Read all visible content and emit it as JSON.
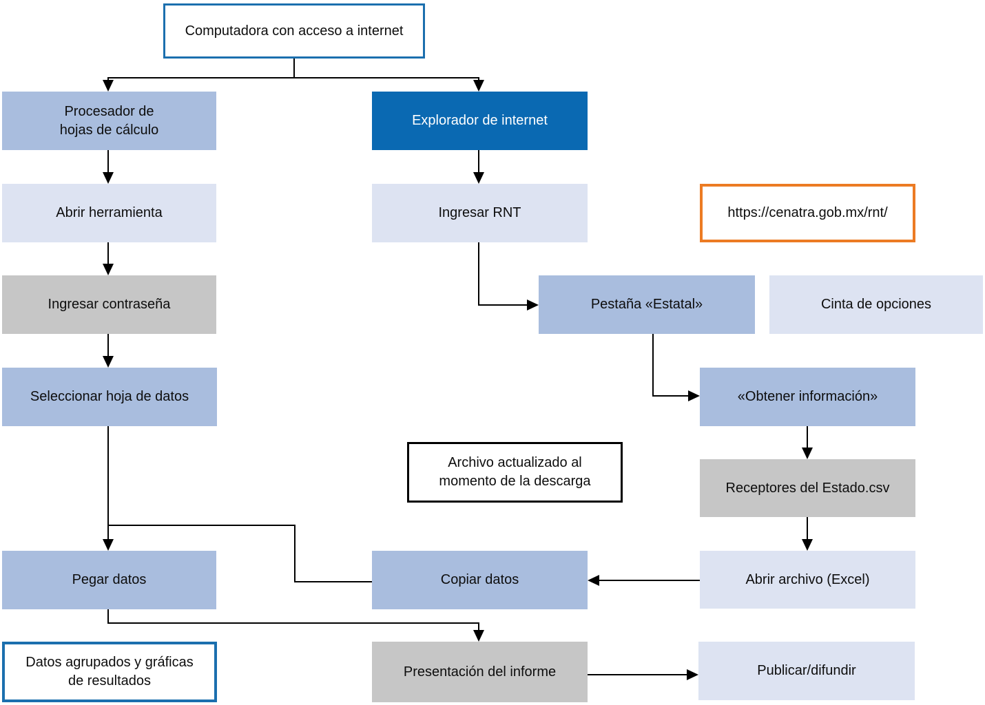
{
  "diagram": {
    "nodes": {
      "computadora": {
        "label": "Computadora con acceso a internet"
      },
      "procesador": {
        "label": "Procesador de\nhojas de cálculo"
      },
      "explorador": {
        "label": "Explorador de internet"
      },
      "abrir_herramienta": {
        "label": "Abrir herramienta"
      },
      "ingresar_rnt": {
        "label": "Ingresar RNT"
      },
      "url": {
        "label": "https://cenatra.gob.mx/rnt/"
      },
      "ingresar_contrasena": {
        "label": "Ingresar contraseña"
      },
      "pestana_estatal": {
        "label": "Pestaña «Estatal»"
      },
      "cinta_opciones": {
        "label": "Cinta de opciones"
      },
      "seleccionar_hoja": {
        "label": "Seleccionar hoja de datos"
      },
      "obtener_informacion": {
        "label": "«Obtener información»"
      },
      "archivo_actualizado": {
        "label": "Archivo actualizado al\nmomento de la descarga"
      },
      "receptores_csv": {
        "label": "Receptores del Estado.csv"
      },
      "pegar_datos": {
        "label": "Pegar datos"
      },
      "copiar_datos": {
        "label": "Copiar datos"
      },
      "abrir_archivo_excel": {
        "label": "Abrir archivo (Excel)"
      },
      "datos_agrupados": {
        "label": "Datos agrupados y gráficas\nde resultados"
      },
      "presentacion_informe": {
        "label": "Presentación del informe"
      },
      "publicar_difundir": {
        "label": "Publicar/difundir"
      }
    },
    "colors": {
      "fill_medium_blue": "#a9bdde",
      "fill_light_blue": "#dde3f2",
      "fill_gray": "#c6c6c6",
      "fill_dark_blue": "#0a69b2",
      "border_blue": "#1b6fae",
      "border_orange": "#ec7b23",
      "border_black": "#000000",
      "text_dark": "#0d0d0d",
      "text_light": "#ffffff",
      "line_black": "#000000"
    }
  }
}
